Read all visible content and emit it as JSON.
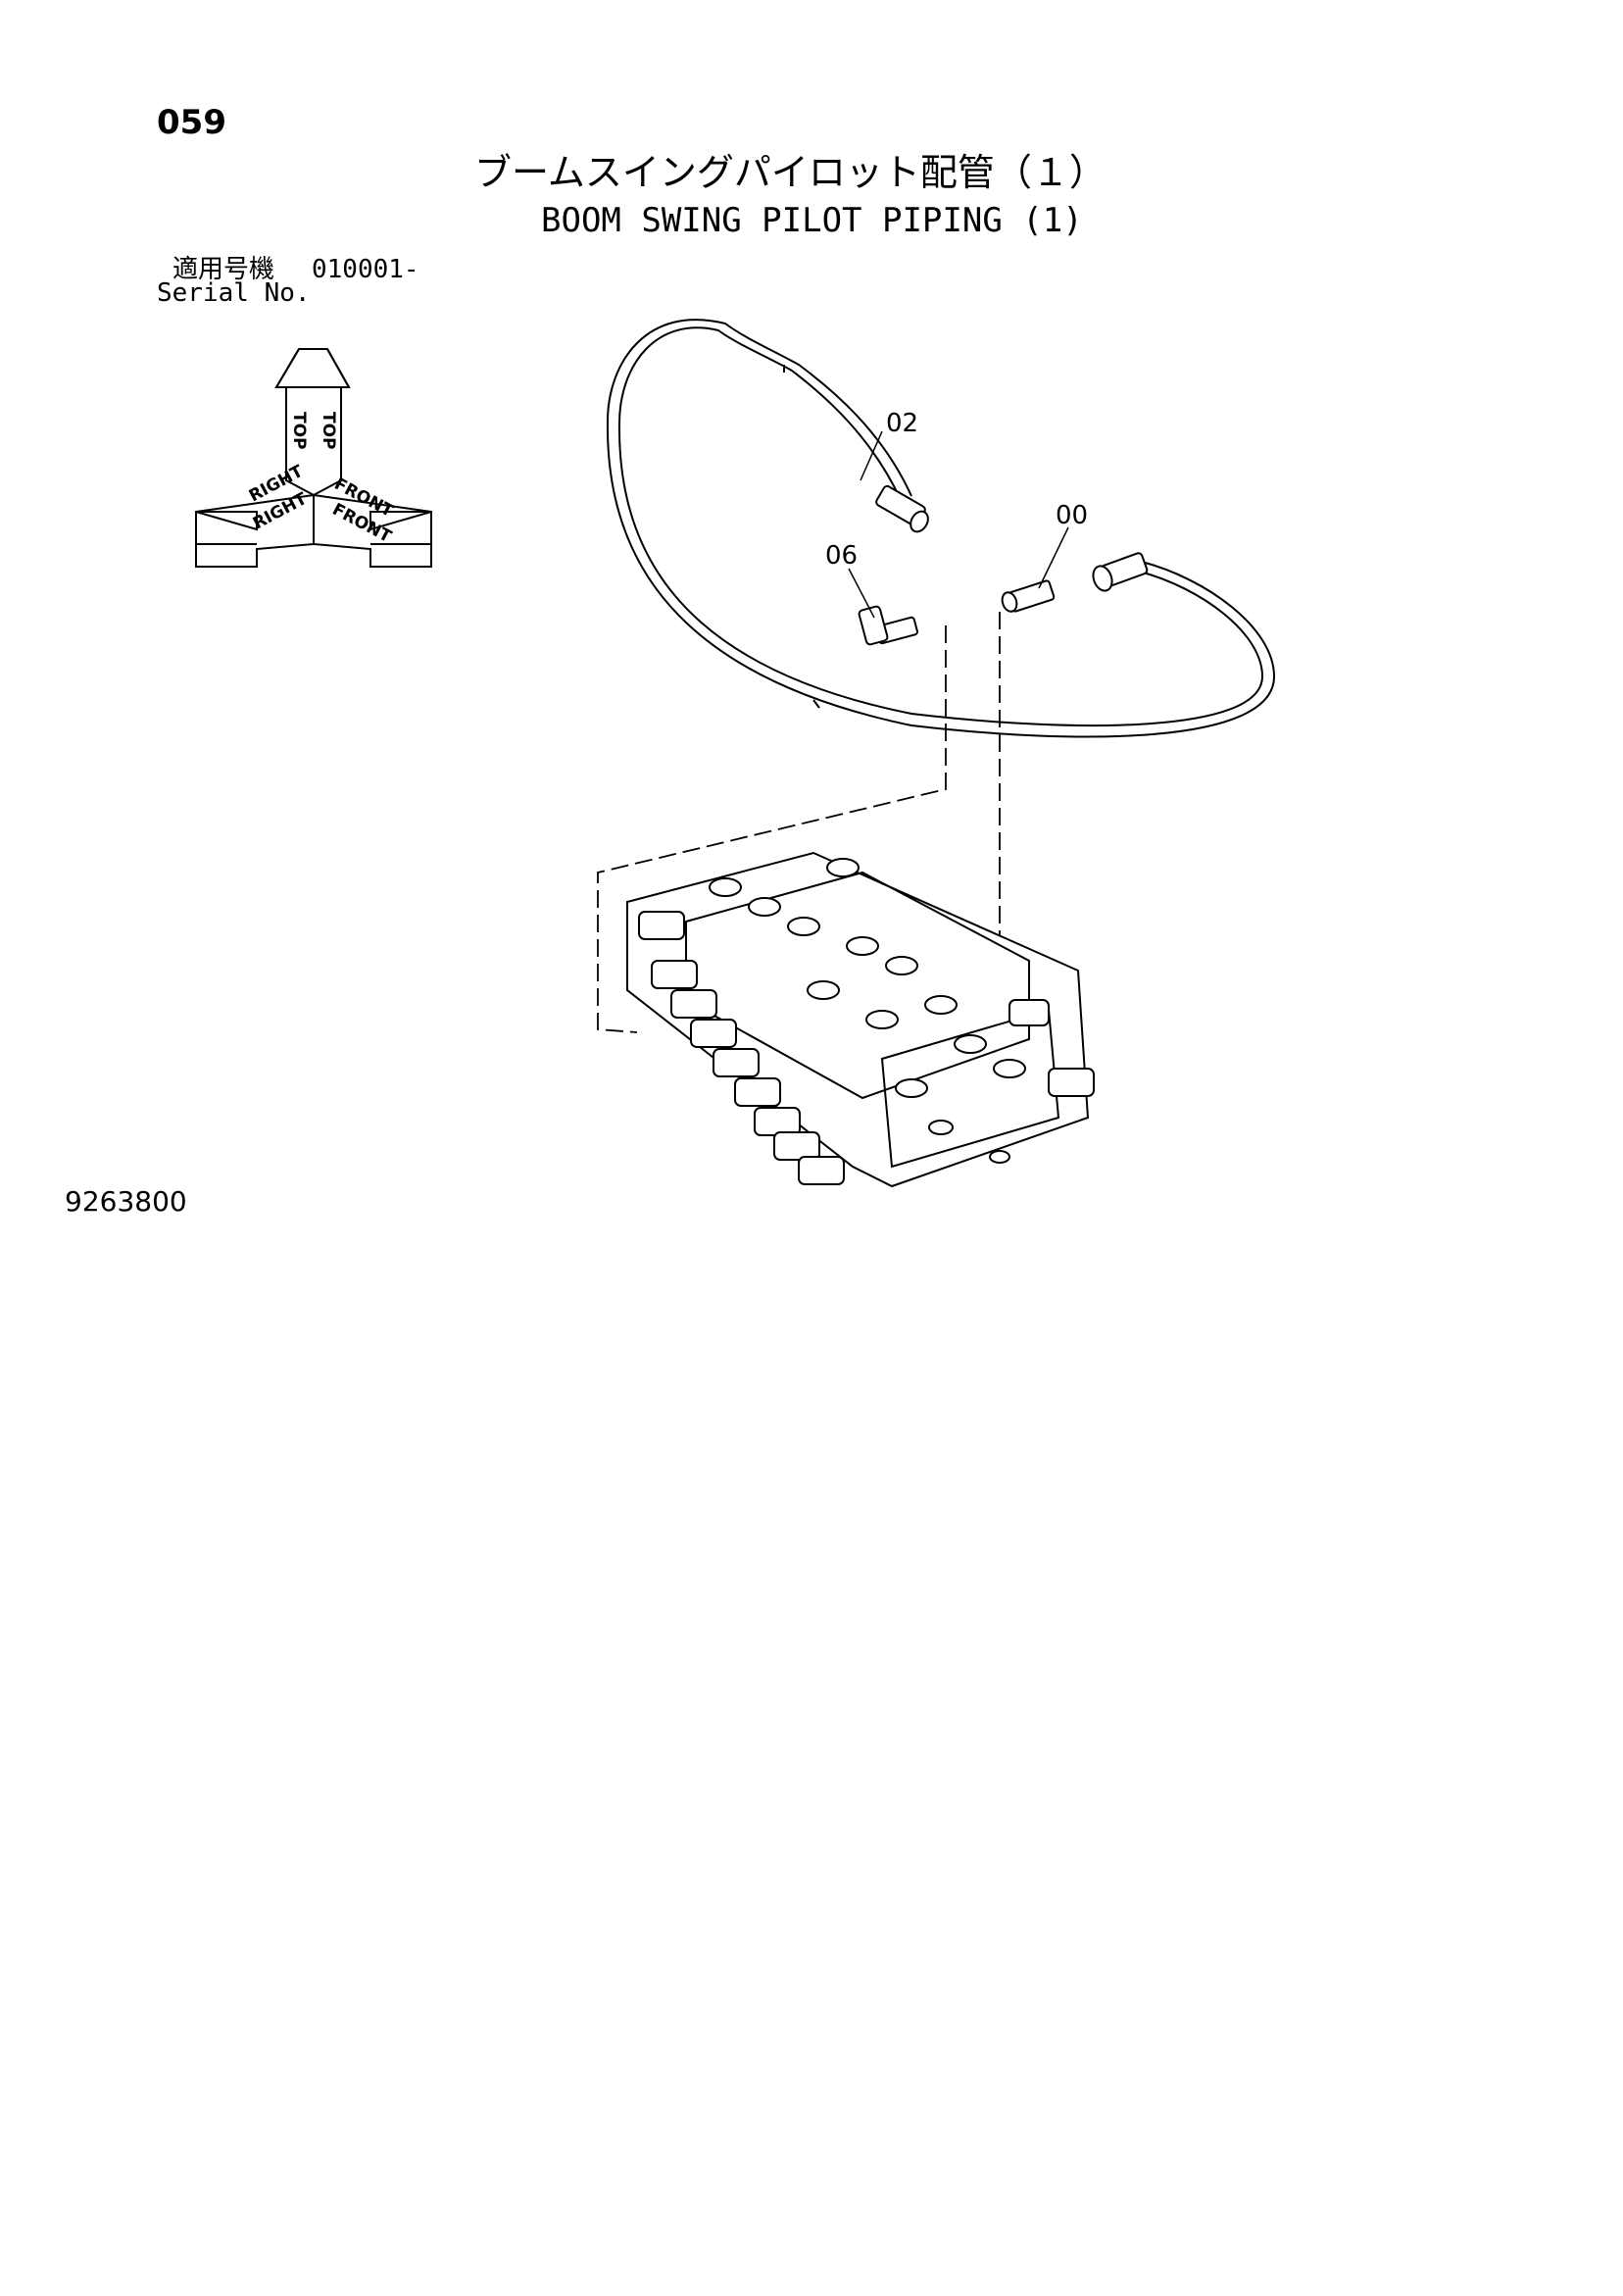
{
  "page": {
    "number": "059",
    "title_ja": "ブームスイングパイロット配管（１）",
    "title_en": "BOOM SWING PILOT PIPING (1)",
    "serial_label_ja": "適用号機",
    "serial_range": "010001-",
    "serial_label_en": "Serial No.",
    "drawing_number": "9263800"
  },
  "orientation": {
    "top": "TOP",
    "right": "RIGHT",
    "front": "FRONT"
  },
  "callouts": [
    {
      "id": "02",
      "part": "pilot-hose"
    },
    {
      "id": "00",
      "part": "adapter-fitting"
    },
    {
      "id": "06",
      "part": "elbow-fitting"
    }
  ],
  "colors": {
    "ink": "#000000",
    "paper": "#ffffff"
  }
}
